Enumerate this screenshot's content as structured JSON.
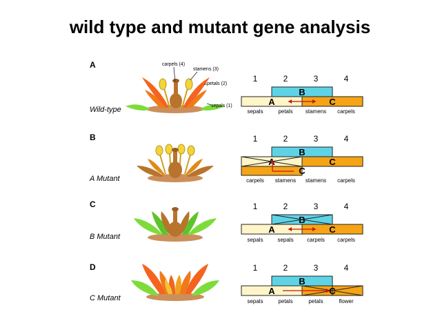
{
  "title": "wild type and mutant gene analysis",
  "colors": {
    "b_box": "#5fd3e6",
    "a_box": "#fff5c8",
    "c_box": "#f5a416",
    "outline": "#222222",
    "arrow_red": "#cc1111",
    "leaf_green": "#7ddc3c",
    "petal_orange": "#f5631e",
    "stamen_yellow": "#f3d43a",
    "carpel_brown": "#b8742c"
  },
  "whorl_numbers": [
    "1",
    "2",
    "3",
    "4"
  ],
  "flower_parts": {
    "carpels": "carpels (4)",
    "stamens": "stamens (3)",
    "petals": "petals (2)",
    "sepals": "sepals (1)"
  },
  "panels": [
    {
      "letter": "A",
      "label": "Wild-type",
      "b_label": "B",
      "a_label": "A",
      "c_label": "C",
      "organs": [
        "sepals",
        "petals",
        "stamens",
        "carpels"
      ]
    },
    {
      "letter": "B",
      "label": "A Mutant",
      "b_label": "B",
      "a_label": "A",
      "c_label": "C",
      "organs": [
        "carpels",
        "stamens",
        "stamens",
        "carpels"
      ]
    },
    {
      "letter": "C",
      "label": "B Mutant",
      "b_label": "B",
      "a_label": "A",
      "c_label": "C",
      "organs": [
        "sepals",
        "sepals",
        "carpels",
        "carpels"
      ]
    },
    {
      "letter": "D",
      "label": "C Mutant",
      "b_label": "B",
      "a_label": "A",
      "c_label": "C",
      "organs": [
        "sepals",
        "petals",
        "petals",
        "flower"
      ]
    }
  ]
}
